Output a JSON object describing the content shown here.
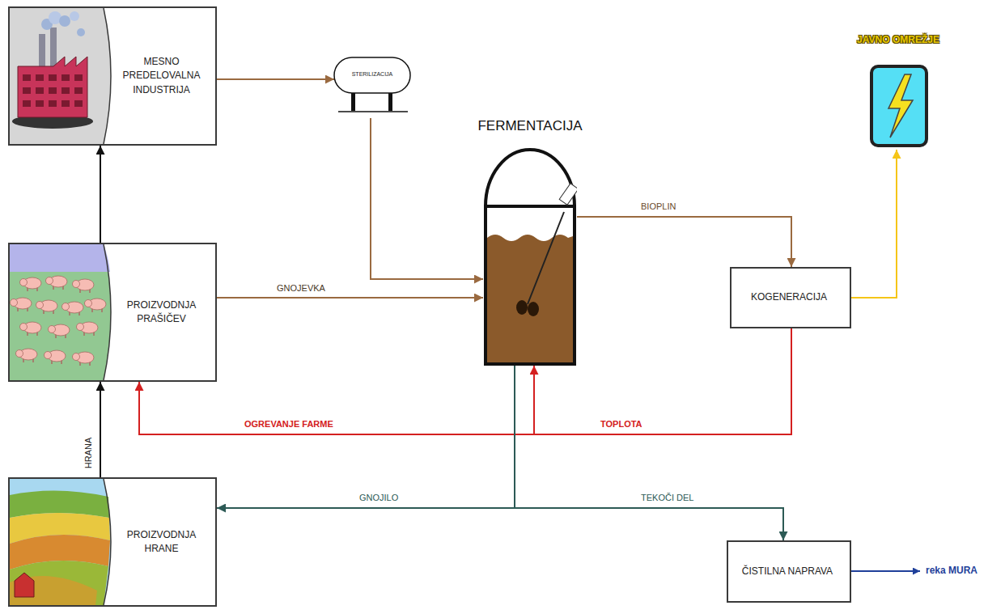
{
  "diagram": {
    "nodes": [
      {
        "text": [
          "MESNO PREDELOVALNA INDUSTRIJA"
        ]
      },
      {
        "text": [
          "STERILIZACIJA"
        ]
      },
      {
        "text": [
          "FERMENTACIJA"
        ]
      },
      {
        "text": [
          "JAVNO OMREŽJE"
        ]
      },
      {
        "text": [
          "PROIZVODNJA PRAŠIČEV"
        ]
      },
      {
        "text": [
          "KOGENERACIJA"
        ]
      },
      {
        "text": [
          "PROIZVODNJA HRANE"
        ]
      },
      {
        "text": [
          "ČISTILNA NAPRAVA"
        ]
      }
    ],
    "edges": [
      {
        "from": 4,
        "to": 0,
        "arrow": "to"
      },
      {
        "from": 0,
        "to": 1,
        "arrow": "to"
      },
      {
        "from": 1,
        "to": 2,
        "arrow": "to"
      },
      {
        "from": 4,
        "to": 2,
        "label": "GNOJEVKA",
        "arrow": "to"
      },
      {
        "from": 2,
        "to": 5,
        "label": "BIOPLIN",
        "arrow": "to"
      },
      {
        "from": 5,
        "to": 3,
        "arrow": "to"
      },
      {
        "from": 5,
        "to": 4,
        "label": "OGREVANJE FARME",
        "arrow": "to"
      },
      {
        "from": 5,
        "to": 2,
        "label": "TOPLOTA",
        "arrow": "to"
      },
      {
        "from": 6,
        "to": 4,
        "label": "HRANA",
        "arrow": "to"
      },
      {
        "from": 2,
        "to": 6,
        "label": "GNOJILO",
        "arrow": "to"
      },
      {
        "from": 2,
        "to": 7,
        "label": "TEKOČI DEL",
        "arrow": "to"
      }
    ],
    "labels": [
      "reka MURA"
    ]
  }
}
